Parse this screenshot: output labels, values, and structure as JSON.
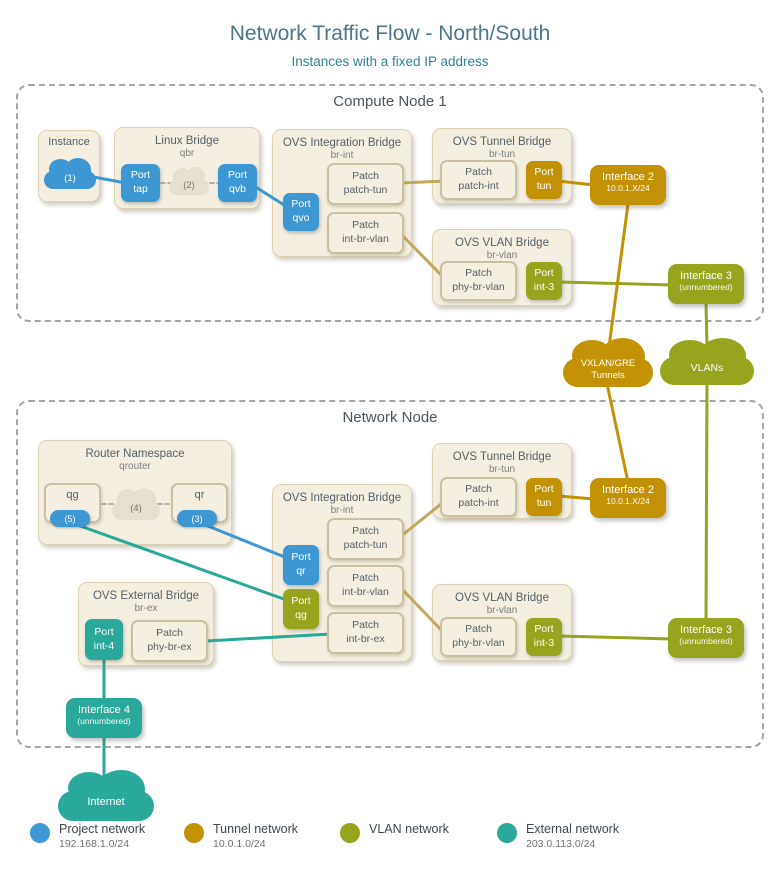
{
  "colors": {
    "blue": "#3d97d3",
    "gold": "#c39204",
    "olive": "#97a41e",
    "teal": "#2aa89a",
    "cream": "#f4efe0",
    "tan": "#c2a85c"
  },
  "header": {
    "title": "Network Traffic Flow - North/South",
    "subtitle": "Instances with a fixed IP address"
  },
  "compute_node": {
    "title": "Compute Node 1",
    "instance": {
      "title": "Instance",
      "cloud_label": "(1)"
    },
    "linux_bridge": {
      "title": "Linux Bridge",
      "name": "qbr",
      "port_tap": {
        "kind": "Port",
        "name": "tap"
      },
      "cloud_label": "(2)",
      "port_qvb": {
        "kind": "Port",
        "name": "qvb"
      }
    },
    "integration_bridge": {
      "title": "OVS Integration Bridge",
      "name": "br-int",
      "port_qvo": {
        "kind": "Port",
        "name": "qvo"
      },
      "patch_tun": {
        "kind": "Patch",
        "name": "patch-tun"
      },
      "patch_int_br_vlan": {
        "kind": "Patch",
        "name": "int-br-vlan"
      }
    },
    "tunnel_bridge": {
      "title": "OVS Tunnel Bridge",
      "name": "br-tun",
      "patch_int": {
        "kind": "Patch",
        "name": "patch-int"
      },
      "port_tun": {
        "kind": "Port",
        "name": "tun"
      }
    },
    "vlan_bridge": {
      "title": "OVS VLAN Bridge",
      "name": "br-vlan",
      "patch_phy_br_vlan": {
        "kind": "Patch",
        "name": "phy-br-vlan"
      },
      "port_int3": {
        "kind": "Port",
        "name": "int-3"
      }
    },
    "interface2": {
      "name": "Interface 2",
      "detail": "10.0.1.X/24"
    },
    "interface3": {
      "name": "Interface 3",
      "detail": "(unnumbered)"
    }
  },
  "transport": {
    "vxlan_cloud": {
      "line1": "VXLAN/GRE",
      "line2": "Tunnels"
    },
    "vlan_cloud": {
      "line1": "VLANs"
    }
  },
  "network_node": {
    "title": "Network Node",
    "router_namespace": {
      "title": "Router Namespace",
      "name": "qrouter",
      "qg": {
        "label": "qg",
        "pill": "(5)"
      },
      "cloud_label": "(4)",
      "qr": {
        "label": "qr",
        "pill": "(3)"
      }
    },
    "external_bridge": {
      "title": "OVS External Bridge",
      "name": "br-ex",
      "port_int4": {
        "kind": "Port",
        "name": "int-4"
      },
      "patch_phy_br_ex": {
        "kind": "Patch",
        "name": "phy-br-ex"
      }
    },
    "integration_bridge": {
      "title": "OVS Integration Bridge",
      "name": "br-int",
      "port_qr": {
        "kind": "Port",
        "name": "qr"
      },
      "port_qg": {
        "kind": "Port",
        "name": "qg"
      },
      "patch_tun": {
        "kind": "Patch",
        "name": "patch-tun"
      },
      "patch_int_br_vlan": {
        "kind": "Patch",
        "name": "int-br-vlan"
      },
      "patch_int_br_ex": {
        "kind": "Patch",
        "name": "int-br-ex"
      }
    },
    "tunnel_bridge": {
      "title": "OVS Tunnel Bridge",
      "name": "br-tun",
      "patch_int": {
        "kind": "Patch",
        "name": "patch-int"
      },
      "port_tun": {
        "kind": "Port",
        "name": "tun"
      }
    },
    "vlan_bridge": {
      "title": "OVS VLAN Bridge",
      "name": "br-vlan",
      "patch_phy_br_vlan": {
        "kind": "Patch",
        "name": "phy-br-vlan"
      },
      "port_int3": {
        "kind": "Port",
        "name": "int-3"
      }
    },
    "interface2": {
      "name": "Interface 2",
      "detail": "10.0.1.X/24"
    },
    "interface3": {
      "name": "Interface 3",
      "detail": "(unnumbered)"
    },
    "interface4": {
      "name": "Interface 4",
      "detail": "(unnumbered)"
    }
  },
  "internet_cloud": {
    "label": "Internet"
  },
  "legend": {
    "items": [
      {
        "label": "Project network",
        "subnet": "192.168.1.0/24",
        "color": "blue"
      },
      {
        "label": "Tunnel network",
        "subnet": "10.0.1.0/24",
        "color": "gold"
      },
      {
        "label": "VLAN network",
        "subnet": "",
        "color": "olive"
      },
      {
        "label": "External network",
        "subnet": "203.0.113.0/24",
        "color": "teal"
      }
    ]
  }
}
